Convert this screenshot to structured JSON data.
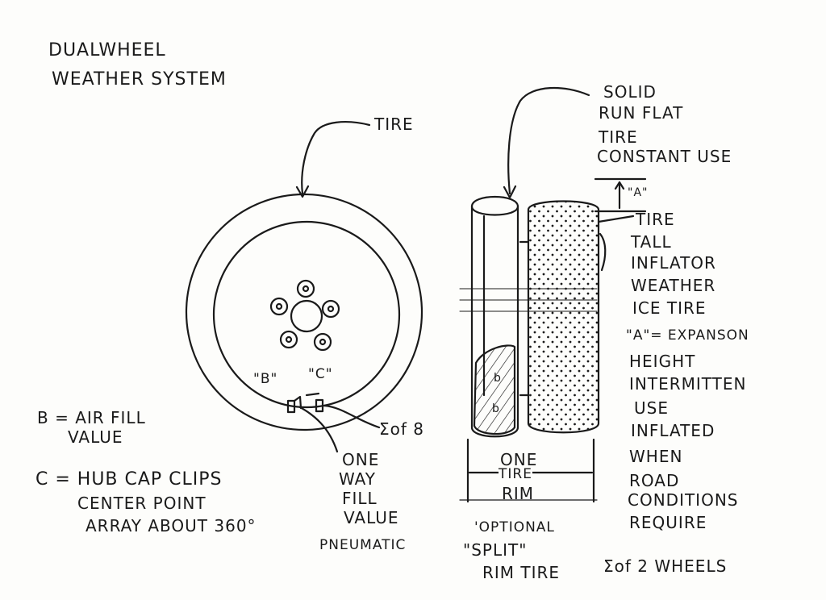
{
  "title": {
    "line1": "DUALWHEEL",
    "line2": "WEATHER SYSTEM"
  },
  "left_wheel": {
    "tire_label": "TIRE",
    "marker_b": "\"B\"",
    "marker_c": "\"C\"",
    "count_label": "Σof 8",
    "fill_value": [
      "ONE",
      "WAY",
      "FILL",
      "VALUE"
    ],
    "type_label": "PNEUMATIC"
  },
  "legend": {
    "b": [
      "B = AIR FILL",
      "VALUE"
    ],
    "c": [
      "C = HUB CAP CLIPS",
      "CENTER POINT",
      "ARRAY ABOUT 360°"
    ]
  },
  "right_wheel": {
    "solid_tire": [
      "SOLID",
      "RUN FLAT",
      "TIRE",
      "CONSTANT USE"
    ],
    "marker_a": "\"A\"",
    "weather_tire": [
      "TIRE",
      "TALL",
      "INFLATOR",
      "WEATHER",
      "ICE TIRE"
    ],
    "expansion": [
      "\"A\"= EXPANSON",
      "HEIGHT",
      "INTERMITTEN",
      "USE",
      "INFLATED",
      "WHEN",
      "ROAD",
      "CONDITIONS",
      "REQUIRE"
    ],
    "rim_label": [
      "ONE",
      "TIRE",
      "RIM"
    ],
    "optional": [
      "'OPTIONAL",
      "\"SPLIT\"",
      "RIM TIRE"
    ],
    "count_label": "Σof 2 WHEELS",
    "hatch_marks": [
      "b",
      "b"
    ]
  },
  "colors": {
    "ink": "#1a1a1a",
    "paper": "#fdfdfb"
  }
}
